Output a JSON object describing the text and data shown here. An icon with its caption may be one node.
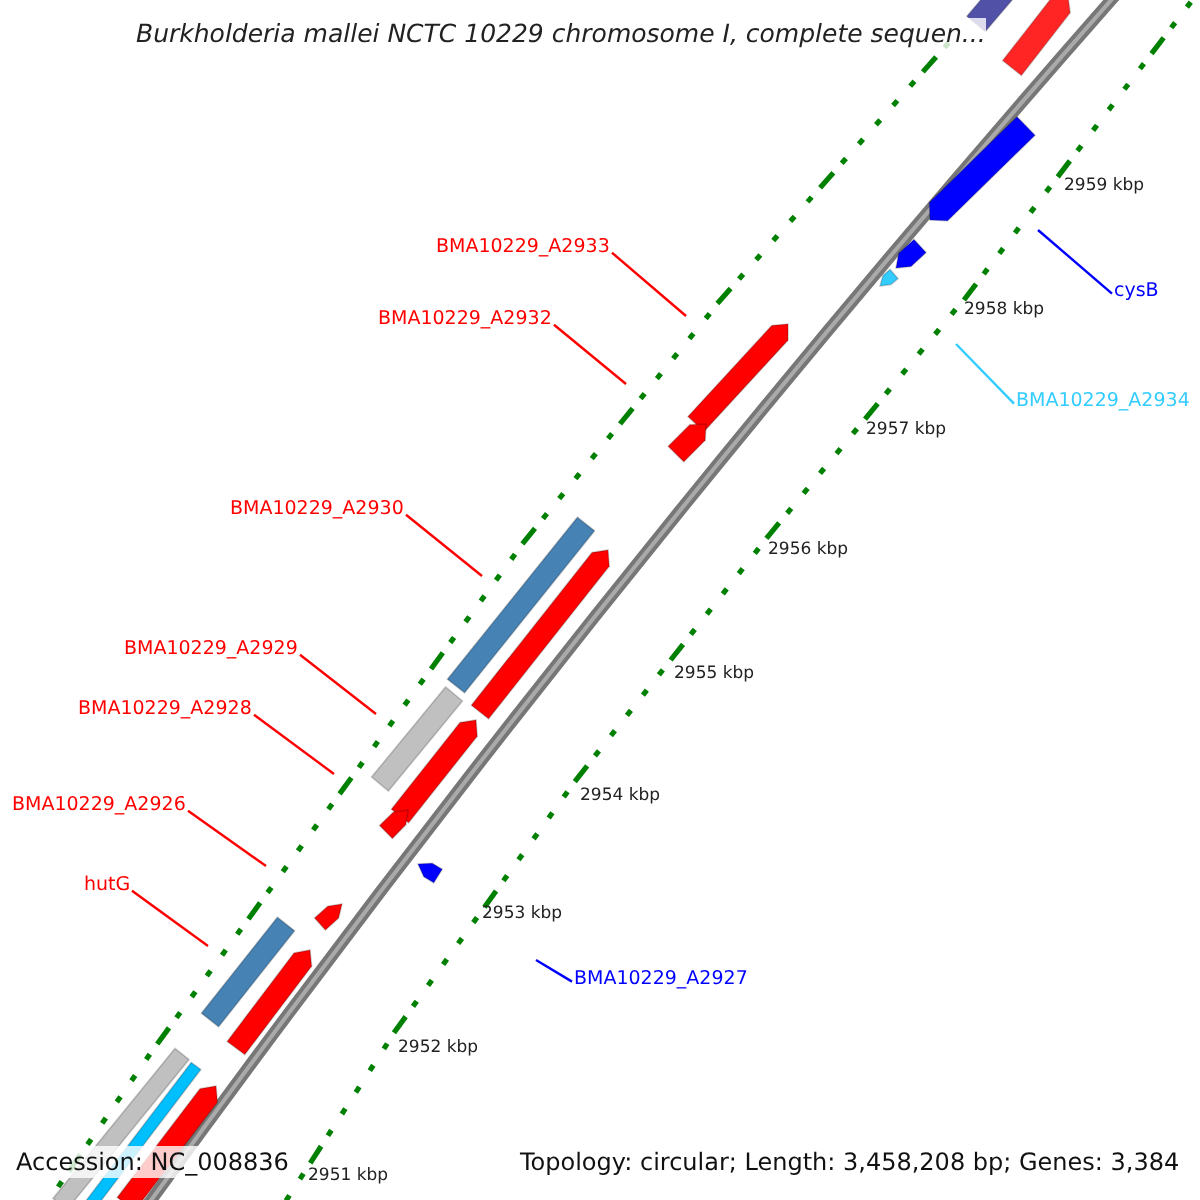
{
  "diagram": {
    "title": "Burkholderia mallei NCTC 10229 chromosome I, complete sequen...",
    "nodes": [
      {
        "text": [
          "BMA10229_A2933"
        ]
      },
      {
        "text": [
          "BMA10229_A2932"
        ]
      },
      {
        "text": [
          "BMA10229_A2930"
        ]
      },
      {
        "text": [
          "BMA10229_A2929"
        ]
      },
      {
        "text": [
          "BMA10229_A2928"
        ]
      },
      {
        "text": [
          "BMA10229_A2926"
        ]
      },
      {
        "text": [
          "hutG"
        ]
      },
      {
        "text": [
          "cysB"
        ]
      },
      {
        "text": [
          "BMA10229_A2934"
        ]
      },
      {
        "text": [
          "BMA10229_A2927"
        ]
      }
    ],
    "edges": [
      {
        "from": 0,
        "to": null,
        "arrow": "none"
      },
      {
        "from": 1,
        "to": null,
        "arrow": "none"
      },
      {
        "from": 2,
        "to": null,
        "arrow": "none"
      },
      {
        "from": 3,
        "to": null,
        "arrow": "none"
      },
      {
        "from": 4,
        "to": null,
        "arrow": "none"
      },
      {
        "from": 5,
        "to": null,
        "arrow": "none"
      },
      {
        "from": 6,
        "to": null,
        "arrow": "none"
      },
      {
        "from": 7,
        "to": null,
        "arrow": "none",
        "color": "#0000ff"
      },
      {
        "from": 8,
        "to": null,
        "arrow": "none",
        "color": "#33ccff"
      },
      {
        "from": 9,
        "to": null,
        "arrow": "none",
        "color": "#0000ff"
      }
    ],
    "labels": [
      "2959 kbp",
      "2958 kbp",
      "2957 kbp",
      "2956 kbp",
      "2955 kbp",
      "2954 kbp",
      "2953 kbp",
      "2952 kbp",
      "2951 kbp",
      "Accession: NC_008836",
      "Topology: circular; Length: 3,458,208 bp; Genes: 3,384"
    ]
  }
}
